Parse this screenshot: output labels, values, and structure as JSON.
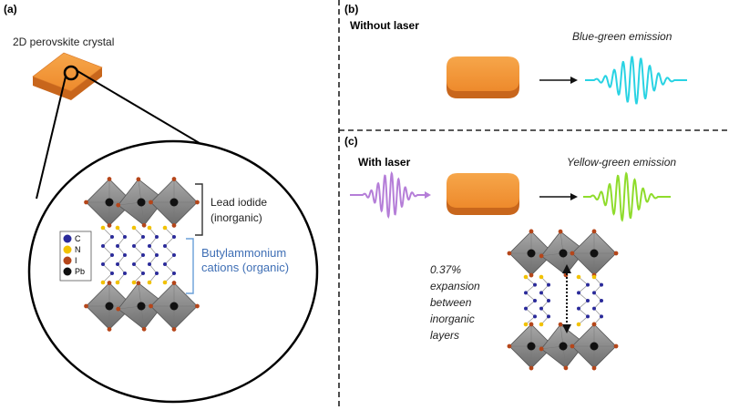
{
  "panels": {
    "a": {
      "label": "(a)",
      "crystal_title": "2D perovskite crystal",
      "lead_iodide_line1": "Lead iodide",
      "lead_iodide_line2": "(inorganic)",
      "butyl_line1": "Butylammonium",
      "butyl_line2": "cations (organic)",
      "legend": [
        {
          "symbol": "C",
          "color": "#2a2a9a"
        },
        {
          "symbol": "N",
          "color": "#f2c200"
        },
        {
          "symbol": "I",
          "color": "#b5461a"
        },
        {
          "symbol": "Pb",
          "color": "#111111"
        }
      ]
    },
    "b": {
      "label": "(b)",
      "condition": "Without laser",
      "emission": "Blue-green emission",
      "emission_color": "#29d3e3"
    },
    "c": {
      "label": "(c)",
      "condition": "With laser",
      "emission": "Yellow-green emission",
      "emission_color": "#8fdc2c",
      "laser_color": "#b57ed8",
      "expansion_lines": [
        "0.37%",
        "expansion",
        "between",
        "inorganic",
        "layers"
      ]
    }
  },
  "colors": {
    "crystal_top": "#f39a3c",
    "crystal_side": "#c8661c",
    "octahedron": "#8c8c8c",
    "bracket_blue": "#6a9fd8"
  }
}
